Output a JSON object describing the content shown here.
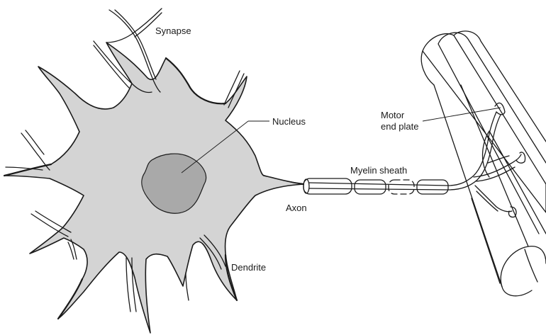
{
  "labels": {
    "synapse": "Synapse",
    "nucleus": "Nucleus",
    "motor_end_plate_line1": "Motor",
    "motor_end_plate_line2": "end plate",
    "myelin_sheath": "Myelin sheath",
    "axon": "Axon",
    "dendrite": "Dendrite"
  },
  "colors": {
    "cell_body": "#d4d4d4",
    "nucleus": "#a9a9a9",
    "outline": "#1a1a1a",
    "background": "#ffffff"
  }
}
